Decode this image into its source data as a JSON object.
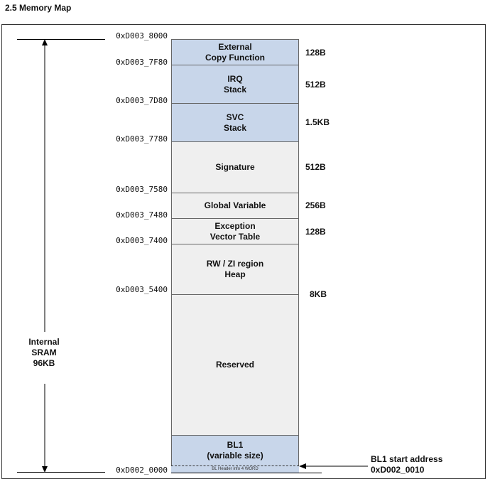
{
  "section_title": "2.5 Memory Map",
  "region_label": "Internal\nSRAM\n96KB",
  "addresses": [
    "0xD003_8000",
    "0xD003_7F80",
    "0xD003_7D80",
    "0xD003_7780",
    "0xD003_7580",
    "0xD003_7480",
    "0xD003_7400",
    "0xD003_5400",
    "0xD002_0000"
  ],
  "blocks": [
    {
      "label": "External\nCopy Function",
      "size": "128B",
      "fill": "#c8d6ea"
    },
    {
      "label": "IRQ\nStack",
      "size": "512B",
      "fill": "#c8d6ea"
    },
    {
      "label": "SVC\nStack",
      "size": "1.5KB",
      "fill": "#c8d6ea"
    },
    {
      "label": "Signature",
      "size": "512B",
      "fill": "#efefef"
    },
    {
      "label": "Global Variable",
      "size": "256B",
      "fill": "#efefef"
    },
    {
      "label": "Exception\nVector Table",
      "size": "128B",
      "fill": "#efefef"
    },
    {
      "label": "RW / ZI region\nHeap",
      "size": "8KB",
      "fill": "#efefef"
    },
    {
      "label": "Reserved",
      "size": "",
      "fill": "#efefef"
    },
    {
      "label": "BL1\n(variable size)",
      "size": "",
      "fill": "#c8d6ea"
    }
  ],
  "header_info": "BL Header info 4 WORD",
  "start_address": {
    "title": "BL1 start address",
    "value": "0xD002_0010"
  }
}
